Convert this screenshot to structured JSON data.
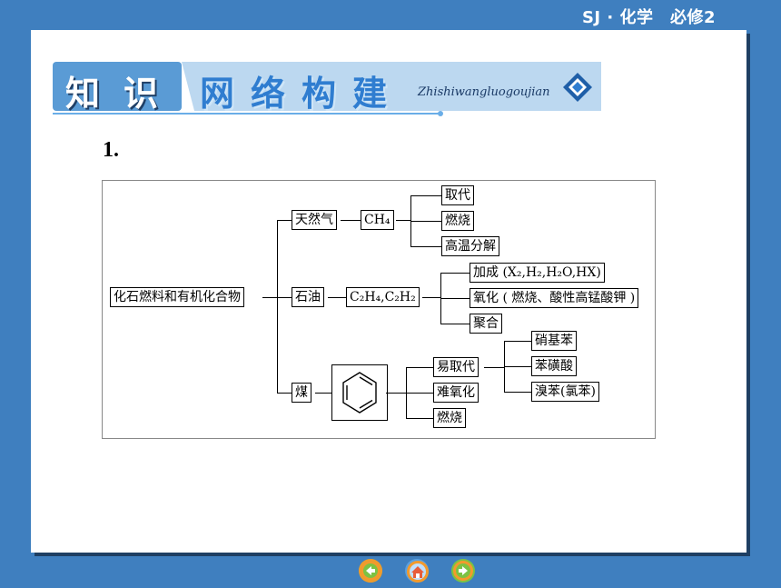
{
  "header": {
    "course_label": "SJ · 化学　必修2"
  },
  "section_heading": {
    "chars_white": [
      "知",
      "识"
    ],
    "chars_blue": [
      "网",
      "络",
      "构",
      "建"
    ],
    "pinyin": "Zhishiwangluogoujian"
  },
  "content": {
    "number": "1."
  },
  "diagram": {
    "root": "化石燃料和有机化合物",
    "natural_gas": {
      "label": "天然气",
      "compound": "CH₄",
      "reactions": [
        "取代",
        "燃烧",
        "高温分解"
      ]
    },
    "petroleum": {
      "label": "石油",
      "compound": "C₂H₄,C₂H₂",
      "reactions": [
        "加成 (X₂,H₂,H₂O,HX)",
        "氧化 ( 燃烧、酸性高锰酸钾 )",
        "聚合"
      ]
    },
    "coal": {
      "label": "煤",
      "compound_icon": "benzene-ring-icon",
      "reactions": [
        "易取代",
        "难氧化",
        "燃烧"
      ],
      "substitution_products": [
        "硝基苯",
        "苯磺酸",
        "溴苯(氯苯)"
      ]
    }
  },
  "footer_nav": {
    "icons": [
      "back-arrow-icon",
      "home-icon",
      "forward-arrow-icon"
    ]
  },
  "colors": {
    "background": "#3f7fbf",
    "panel": "#ffffff",
    "heading_dark": "#5a9bd5",
    "heading_light": "#bcd8f0",
    "nav_green": "#7cc243",
    "nav_orange": "#f39a2c"
  }
}
